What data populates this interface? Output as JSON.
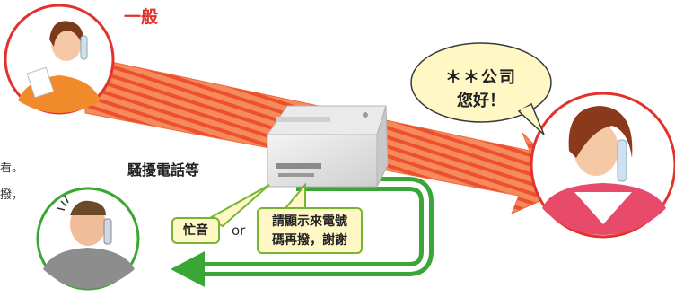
{
  "labels": {
    "general": "一般",
    "harass": "騷擾電話等",
    "bubble_line1": "＊＊公司",
    "bubble_line2": "您好！",
    "busy": "忙音",
    "or": "or",
    "redial_line1": "請顯示來電號",
    "redial_line2": "碼再撥，謝謝",
    "edge_fragment_1": "看。",
    "edge_fragment_2": "撥，"
  },
  "colors": {
    "red_circle": "#e2322c",
    "green": "#3aa635",
    "orange_arrow": "#f26b3a",
    "bubble_fill": "#fff7c4"
  }
}
